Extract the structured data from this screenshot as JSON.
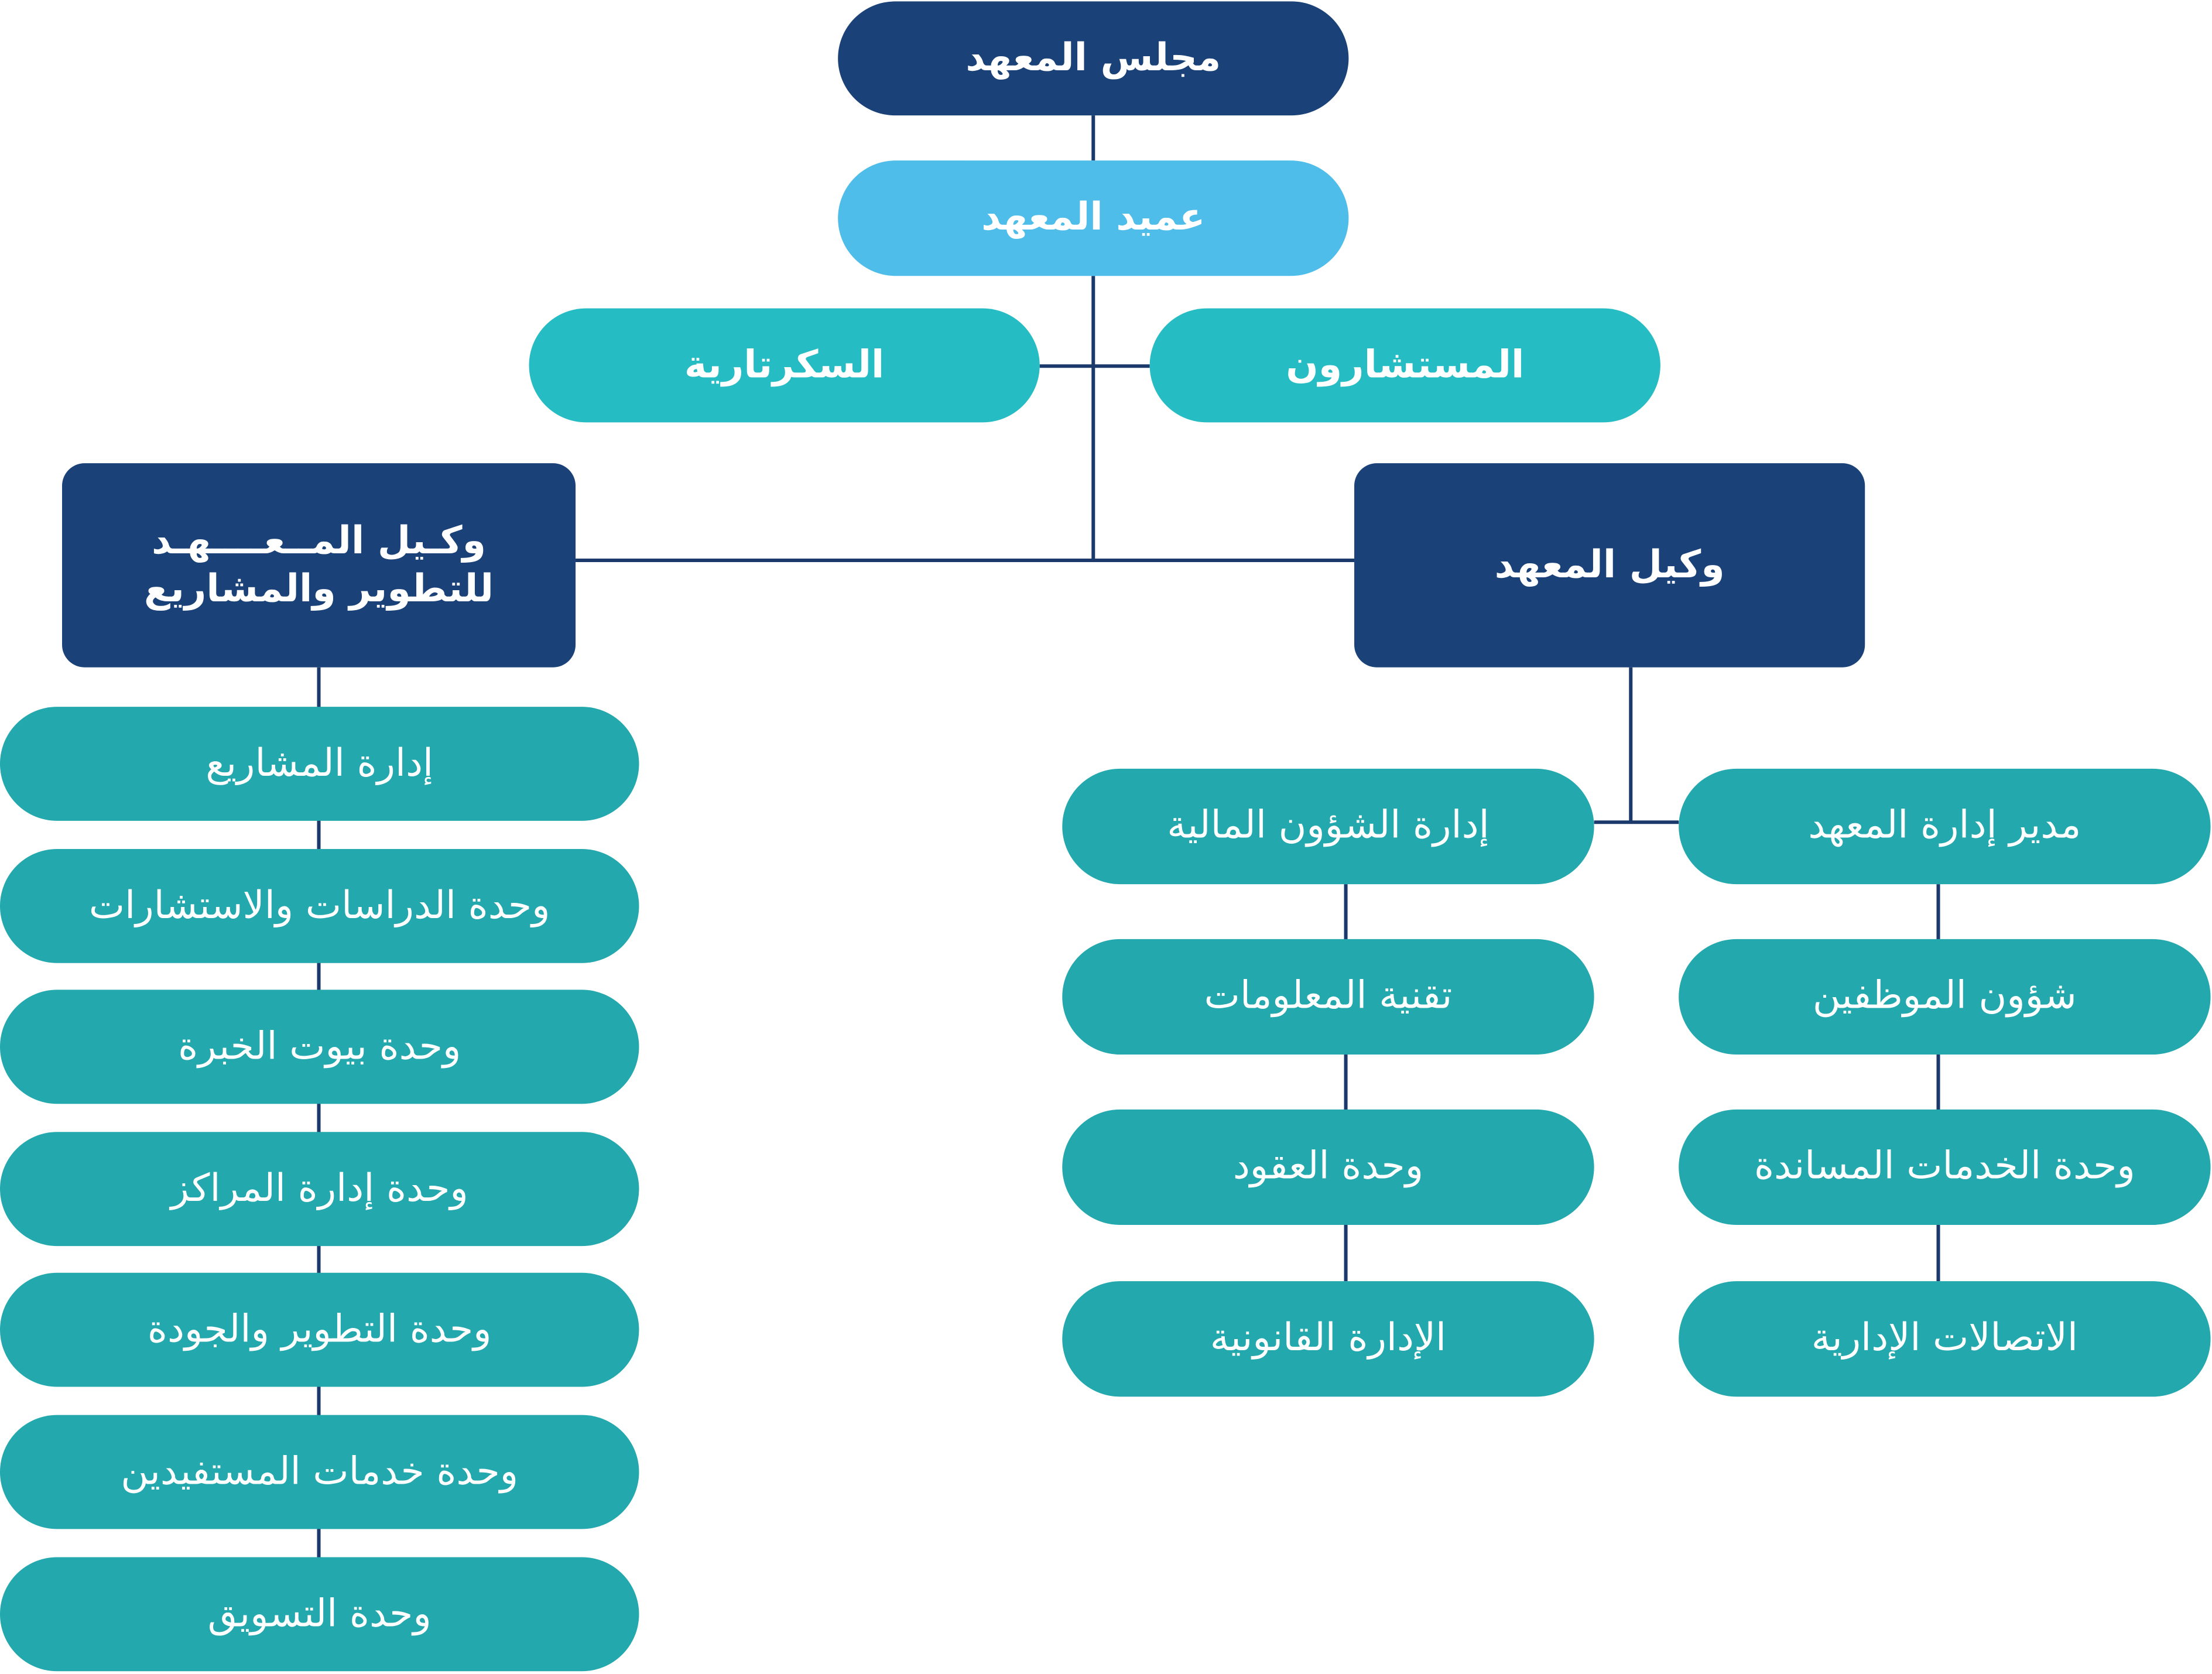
{
  "colors": {
    "dark_navy": "#1b4278",
    "light_blue": "#4fbdea",
    "turquoise": "#26bcc3",
    "teal": "#23a8ad",
    "connector": "#1b3a6b"
  },
  "org": {
    "board": "مجلس المعهد",
    "dean": "عميد المعهد",
    "advisors": "المستشارون",
    "secretariat": "السكرتارية",
    "vice_dean": "وكيل المعهد",
    "vice_dean_projects": [
      "وكـيل المــعــــهـد",
      "للتطوير والمشاريع"
    ],
    "vice_dean_branch": {
      "admin_director": "مدير إدارة المعهد",
      "admin_director_units": [
        "شؤون الموظفين",
        "وحدة الخدمات المساندة",
        "الاتصالات الإدارية"
      ],
      "financial_affairs": "إدارة الشؤون المالية",
      "financial_affairs_units": [
        "تقنية المعلومات",
        "وحدة العقود",
        "الإدارة القانونية"
      ]
    },
    "projects_branch": [
      "إدارة المشاريع",
      "وحدة الدراسات والاستشارات",
      "وحدة بيوت الخبرة",
      "وحدة إدارة المراكز",
      "وحدة التطوير والجودة",
      "وحدة خدمات المستفيدين",
      "وحدة التسويق"
    ]
  }
}
